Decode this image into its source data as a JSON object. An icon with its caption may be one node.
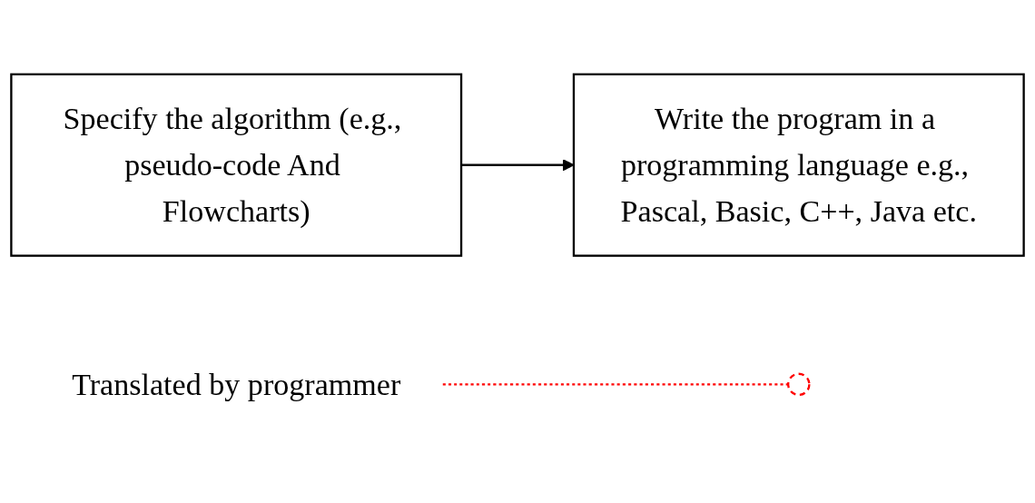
{
  "diagram": {
    "nodes": [
      {
        "text": [
          "Specify the algorithm (e.g., pseudo-code And Flowcharts)"
        ]
      },
      {
        "text": [
          "Write the program in a programming language e.g., Pascal, Basic, C++, Java etc."
        ]
      },
      {
        "text": [
          "Translated by programmer"
        ]
      },
      {
        "text": [],
        "shape": "circle"
      }
    ],
    "edges": [
      {
        "from": 0,
        "to": 1,
        "arrow": "to"
      },
      {
        "from": 2,
        "to": 3,
        "arrow": "none",
        "style": "dashed",
        "color": "#ff0000"
      }
    ]
  }
}
